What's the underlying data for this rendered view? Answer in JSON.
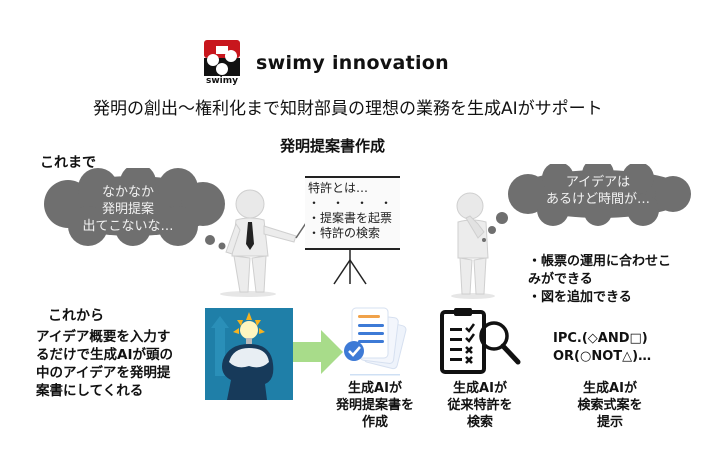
{
  "header": {
    "logo_caption": "swimy",
    "brand": "swimy innovation",
    "tagline": "発明の創出～権利化まで知財部員の理想の業務を生成AIがサポート"
  },
  "before": {
    "label": "これまで",
    "left_bubble": [
      "なかなか",
      "発明提案",
      "出てこないな…"
    ],
    "section_title": "発明提案書作成",
    "board": {
      "title": "特許とは…",
      "dots": "・　・　・　・",
      "items": [
        "・提案書を起票",
        "・特許の検索"
      ]
    },
    "right_bubble": [
      "アイデアは",
      "あるけど時間が…"
    ],
    "benefits": [
      "・帳票の運用に合わせこ",
      "みができる",
      "・図を追加できる"
    ]
  },
  "after": {
    "label": "これから",
    "description": [
      "アイデア概要を入力す",
      "るだけで生成AIが頭の",
      "中のアイデアを発明提",
      "案書にしてくれる"
    ],
    "steps": [
      {
        "icon": "document-check-icon",
        "caption": [
          "生成AIが",
          "発明提案書を",
          "作成"
        ]
      },
      {
        "icon": "clipboard-search-icon",
        "caption": [
          "生成AIが",
          "従来特許を",
          "検索"
        ]
      },
      {
        "icon": "formula-text",
        "caption": [
          "生成AIが",
          "検索式案を",
          "提示"
        ]
      }
    ],
    "formula": [
      "IPC.(◇AND□)",
      "OR(○NOT△)…"
    ]
  },
  "colors": {
    "logo_red": "#c8161d",
    "logo_black": "#111111",
    "cloud_gray": "#6f6f6f",
    "arrow_green": "#a8dc8a",
    "idea_bg": "#1f7fa8",
    "doc_blue": "#3d7ad6",
    "doc_orange": "#f0a24a"
  }
}
